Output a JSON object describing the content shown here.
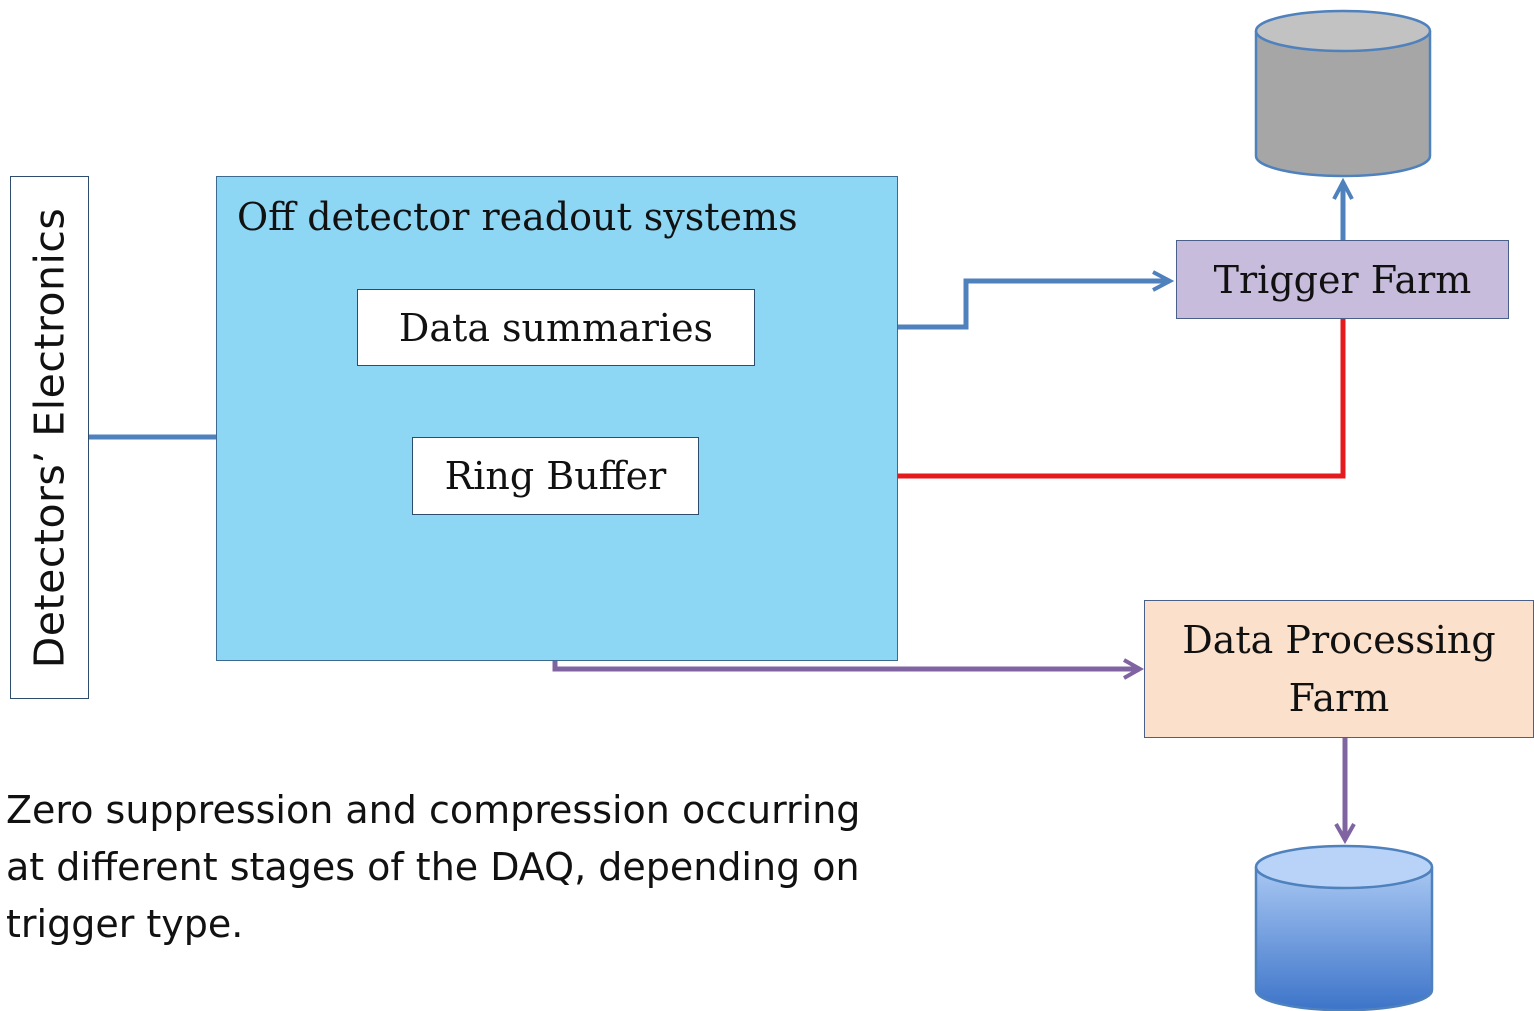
{
  "nodes": {
    "detectors": "Detectors’ Electronics",
    "readout": "Off detector readout systems",
    "data_summaries": "Data summaries",
    "ring_buffer": "Ring Buffer",
    "trigger_farm": "Trigger Farm",
    "processing_farm_line1": "Data Processing",
    "processing_farm_line2": "Farm"
  },
  "note": {
    "line1": "Zero suppression and compression occurring",
    "line2": "at different stages of the DAQ, depending on",
    "line3": "trigger type."
  },
  "colors": {
    "data_flow": "#4f81bd",
    "trigger_decision": "#e41a1c",
    "processing_flow": "#8064a2",
    "readout_fill": "#8dd6f4",
    "trigger_fill": "#c7bcdc",
    "processing_fill": "#fbe0cc",
    "storage_grey": "#a6a6a6",
    "storage_blue": "#5b8fd9"
  }
}
